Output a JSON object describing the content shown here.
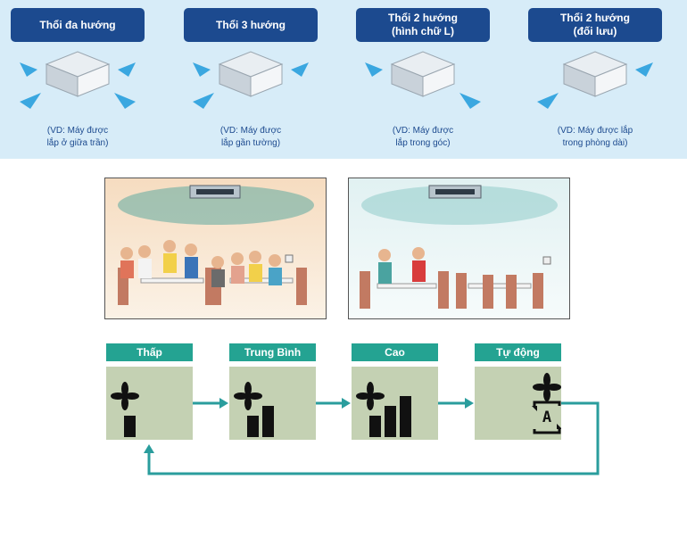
{
  "airflow_types": [
    {
      "title": "Thổi đa hướng",
      "note": "(VD: Máy được\nlắp ở giữa trần)"
    },
    {
      "title": "Thổi 3 hướng",
      "note": "(VD: Máy được\nlắp gần tường)"
    },
    {
      "title": "Thổi 2 hướng\n(hình chữ L)",
      "note": "(VD: Máy được\nlắp trong góc)"
    },
    {
      "title": "Thổi 2 hướng\n(đối lưu)",
      "note": "(VD: Máy được lắp\ntrong phòng dài)"
    }
  ],
  "fan_modes": [
    {
      "label": "Thấp",
      "bars": 1
    },
    {
      "label": "Trung Bình",
      "bars": 2
    },
    {
      "label": "Cao",
      "bars": 3
    },
    {
      "label": "Tự động",
      "auto_symbol": "A"
    }
  ],
  "colors": {
    "title_bg": "#1c4a8f",
    "band_bg": "#d7ecf8",
    "label_bg": "#24a392",
    "panel_bg": "#c4d1b3",
    "arrow": "#2a9d9d"
  }
}
